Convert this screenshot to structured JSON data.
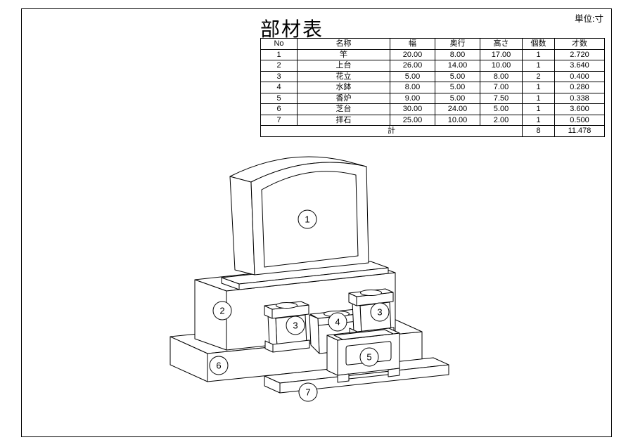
{
  "page": {
    "title": "部材表",
    "unit": "単位:寸"
  },
  "table": {
    "columns": [
      "No",
      "名称",
      "幅",
      "奥行",
      "高さ",
      "個数",
      "才数"
    ],
    "rows": [
      {
        "no": "1",
        "name": "竿",
        "w": "20.00",
        "d": "8.00",
        "h": "17.00",
        "qty": "1",
        "vol": "2.720"
      },
      {
        "no": "2",
        "name": "上台",
        "w": "26.00",
        "d": "14.00",
        "h": "10.00",
        "qty": "1",
        "vol": "3.640"
      },
      {
        "no": "3",
        "name": "花立",
        "w": "5.00",
        "d": "5.00",
        "h": "8.00",
        "qty": "2",
        "vol": "0.400"
      },
      {
        "no": "4",
        "name": "水鉢",
        "w": "8.00",
        "d": "5.00",
        "h": "7.00",
        "qty": "1",
        "vol": "0.280"
      },
      {
        "no": "5",
        "name": "香炉",
        "w": "9.00",
        "d": "5.00",
        "h": "7.50",
        "qty": "1",
        "vol": "0.338"
      },
      {
        "no": "6",
        "name": "芝台",
        "w": "30.00",
        "d": "24.00",
        "h": "5.00",
        "qty": "1",
        "vol": "3.600"
      },
      {
        "no": "7",
        "name": "拝石",
        "w": "25.00",
        "d": "10.00",
        "h": "2.00",
        "qty": "1",
        "vol": "0.500"
      }
    ],
    "total": {
      "label": "計",
      "qty": "8",
      "vol": "11.478"
    }
  },
  "diagram": {
    "balloons": [
      "1",
      "2",
      "3",
      "3",
      "4",
      "5",
      "6",
      "7"
    ]
  }
}
